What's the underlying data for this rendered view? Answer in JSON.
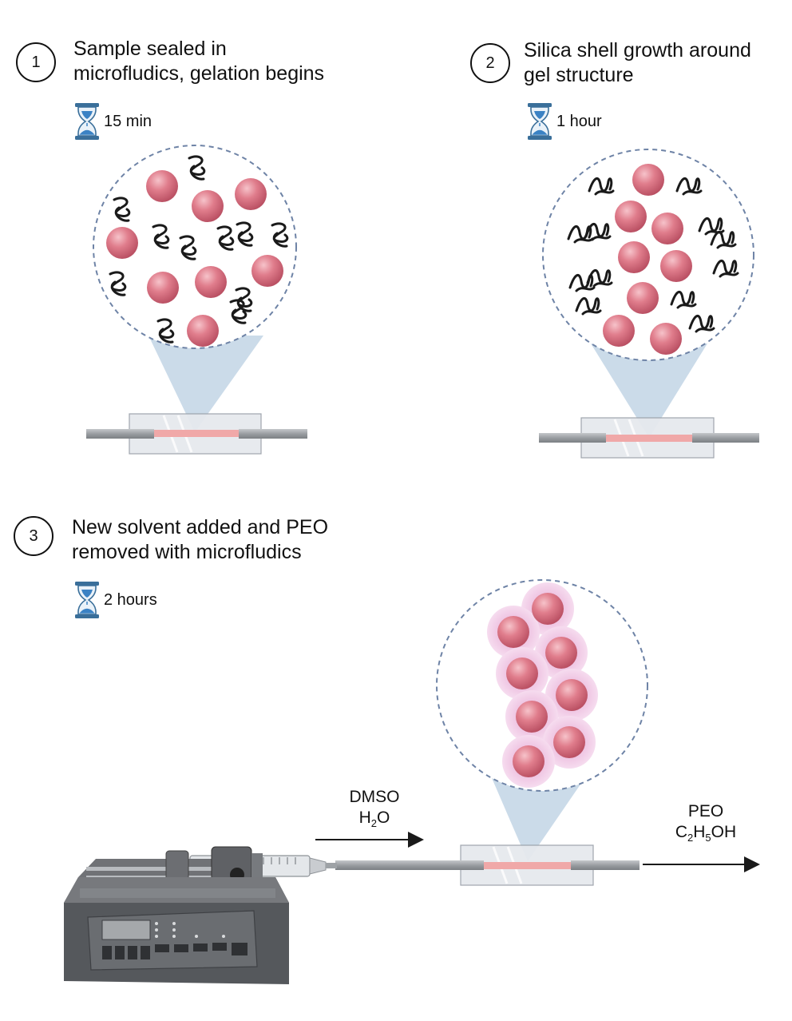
{
  "steps": [
    {
      "number": "1",
      "title_line1": "Sample sealed in",
      "title_line2": "microfludics, gelation begins",
      "duration": "15 min"
    },
    {
      "number": "2",
      "title_line1": "Silica shell growth around",
      "title_line2": "gel structure",
      "duration": "1 hour"
    },
    {
      "number": "3",
      "title_line1": "New solvent added and PEO",
      "title_line2": "removed with microfludics",
      "duration": "2 hours"
    }
  ],
  "flow": {
    "inlet_line1": "DMSO",
    "inlet_line2_main": "H",
    "inlet_line2_sub": "2",
    "inlet_line2_end": "O",
    "outlet_line1": "PEO",
    "outlet_line2_a": "C",
    "outlet_line2_sub1": "2",
    "outlet_line2_b": "H",
    "outlet_line2_sub2": "5",
    "outlet_line2_c": "OH"
  },
  "colors": {
    "particle": "#d9707f",
    "particle_light": "#f2b4bd",
    "shell": "#efc8e4",
    "zoom_cone": "#b9cfe2",
    "chip": "#e6e9ee",
    "tubing": "#9ea2a6",
    "channel": "#f0a8a8",
    "dash_circle": "#6e83a6",
    "hourglass": "#3b82c4",
    "pump_body": "#5b5d61"
  },
  "icons": [
    "hourglass-icon",
    "syringe-pump-icon",
    "arrow-right-icon"
  ]
}
